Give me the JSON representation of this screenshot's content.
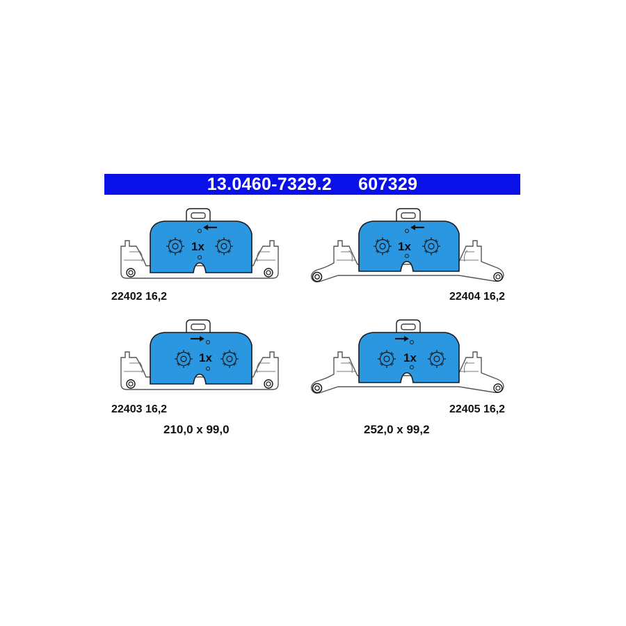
{
  "header": {
    "part_number": "13.0460-7329.2",
    "ref_number": "607329",
    "background_color": "#0a10e8",
    "text_color": "#ffffff"
  },
  "pads": [
    {
      "label": "22402 16,2",
      "quantity": "1x",
      "arrow": "left",
      "bracket": "short"
    },
    {
      "label": "22404 16,2",
      "quantity": "1x",
      "arrow": "left",
      "bracket": "long"
    },
    {
      "label": "22403 16,2",
      "quantity": "1x",
      "arrow": "right",
      "bracket": "short"
    },
    {
      "label": "22405 16,2",
      "quantity": "1x",
      "arrow": "right",
      "bracket": "long"
    }
  ],
  "dimensions": {
    "left": "210,0 x 99,0",
    "right": "252,0 x 99,2"
  },
  "colors": {
    "friction_material": "#2b97e0",
    "outline": "#1a1a1a",
    "bracket": "#555555"
  }
}
